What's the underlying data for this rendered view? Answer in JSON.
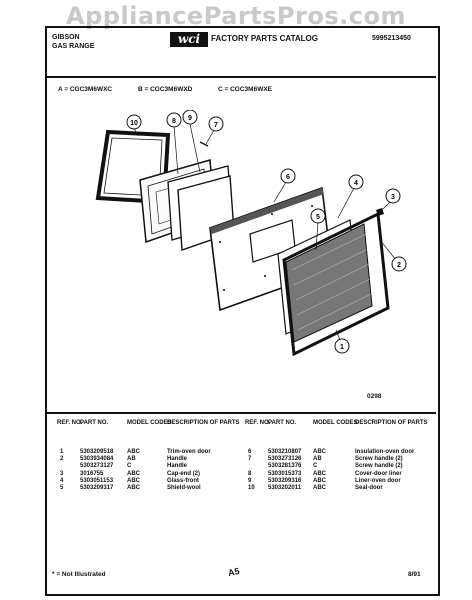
{
  "watermark": "AppliancePartsPros.com",
  "header": {
    "brand": "GIBSON",
    "product": "GAS RANGE",
    "logo": "wci",
    "catalog_title": "FACTORY PARTS CATALOG",
    "catalog_number": "5995213450"
  },
  "models": [
    "A = CGC3M6WXC",
    "B = CGC3M6WXD",
    "C = CGC3M6WXE"
  ],
  "callouts": [
    "1",
    "2",
    "3",
    "4",
    "5",
    "6",
    "7",
    "8",
    "9",
    "10"
  ],
  "figure_code": "0298",
  "table_headers": {
    "ref_no": "REF. NO.",
    "part_no": "PART NO.",
    "model_codes": "MODEL CODES",
    "description": "DESCRIPTION OF PARTS"
  },
  "parts_left": [
    {
      "ref": "1",
      "part": "5303209518",
      "codes": "ABC",
      "desc": "Trim-oven door"
    },
    {
      "ref": "2",
      "part": "5303934084",
      "codes": "AB",
      "desc": "Handle"
    },
    {
      "ref": "",
      "part": "5303273127",
      "codes": "C",
      "desc": "Handle"
    },
    {
      "ref": "3",
      "part": "3016755",
      "codes": "ABC",
      "desc": "Cap-end (2)"
    },
    {
      "ref": "4",
      "part": "5303051153",
      "codes": "ABC",
      "desc": "Glass-front"
    },
    {
      "ref": "5",
      "part": "5303209317",
      "codes": "ABC",
      "desc": "Shield-wool"
    }
  ],
  "parts_right": [
    {
      "ref": "6",
      "part": "5303210807",
      "codes": "ABC",
      "desc": "Insulation-oven door"
    },
    {
      "ref": "7",
      "part": "5303273126",
      "codes": "AB",
      "desc": "Screw handle (2)"
    },
    {
      "ref": "",
      "part": "5303281376",
      "codes": "C",
      "desc": "Screw handle (2)"
    },
    {
      "ref": "8",
      "part": "5303015373",
      "codes": "ABC",
      "desc": "Cover-door liner"
    },
    {
      "ref": "9",
      "part": "5303209316",
      "codes": "ABC",
      "desc": "Liner-oven door"
    },
    {
      "ref": "10",
      "part": "5303202011",
      "codes": "ABC",
      "desc": "Seal-door"
    }
  ],
  "footer": {
    "note": "* = Not Illustrated",
    "page": "A5",
    "date": "8/91"
  }
}
